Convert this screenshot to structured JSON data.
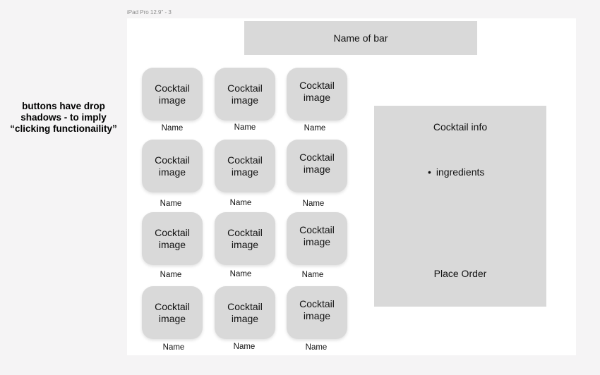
{
  "frame": {
    "label": "iPad Pro 12.9\" - 3"
  },
  "annotation": {
    "text": "buttons have drop shadows - to imply “clicking functionaility”"
  },
  "header": {
    "bar_name": "Name of bar"
  },
  "grid": {
    "tiles": [
      {
        "image_label": "Cocktail image",
        "name": "Name"
      },
      {
        "image_label": "Cocktail image",
        "name": "Name"
      },
      {
        "image_label": "Cocktail image",
        "name": "Name"
      },
      {
        "image_label": "Cocktail image",
        "name": "Name"
      },
      {
        "image_label": "Cocktail image",
        "name": "Name"
      },
      {
        "image_label": "Cocktail image",
        "name": "Name"
      },
      {
        "image_label": "Cocktail image",
        "name": "Name"
      },
      {
        "image_label": "Cocktail image",
        "name": "Name"
      },
      {
        "image_label": "Cocktail image",
        "name": "Name"
      },
      {
        "image_label": "Cocktail image",
        "name": "Name"
      },
      {
        "image_label": "Cocktail image",
        "name": "Name"
      },
      {
        "image_label": "Cocktail image",
        "name": "Name"
      }
    ]
  },
  "info_panel": {
    "title": "Cocktail info",
    "list_items": [
      "ingredients"
    ],
    "place_order_label": "Place Order"
  }
}
